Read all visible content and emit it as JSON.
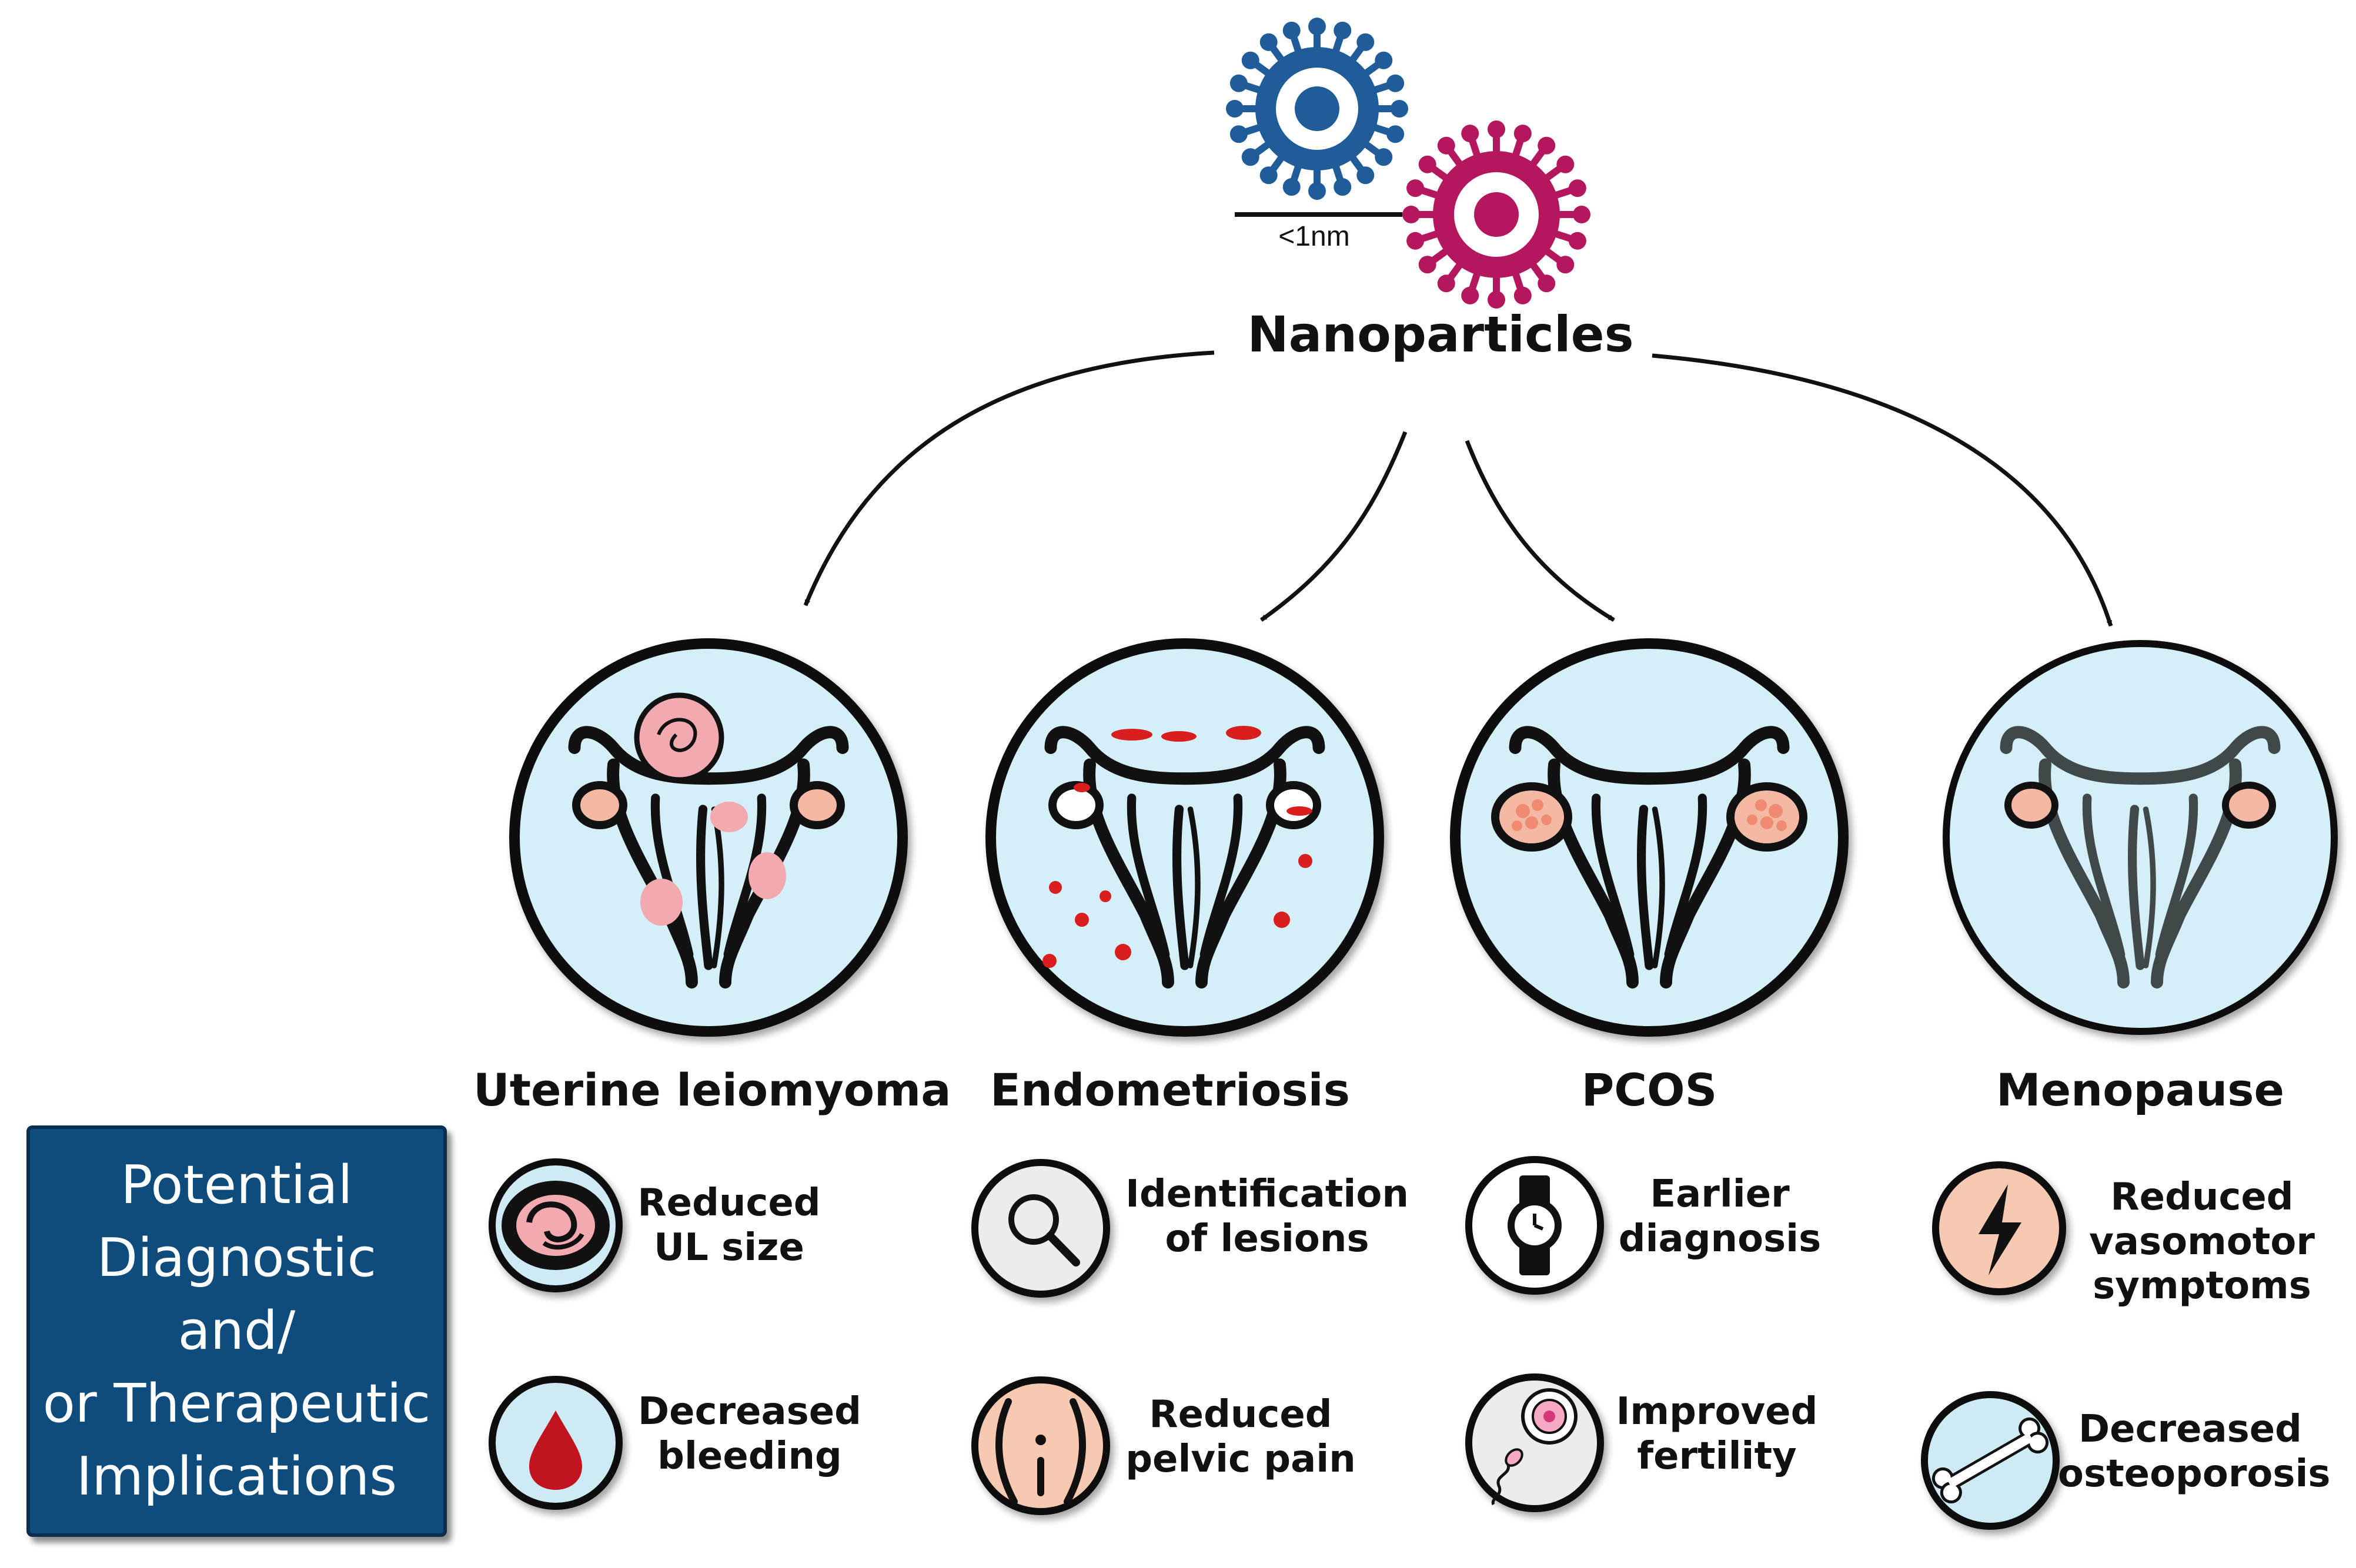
{
  "nanoparticles": {
    "title": "Nanoparticles",
    "scale_label": "<1nm",
    "colors": {
      "particle_blue": "#1f5c99",
      "particle_pink": "#b5175e"
    }
  },
  "diseases": [
    {
      "label": "Uterine leiomyoma"
    },
    {
      "label": "Endometriosis"
    },
    {
      "label": "PCOS"
    },
    {
      "label": "Menopause"
    }
  ],
  "implications_box": {
    "lines": [
      "Potential",
      "Diagnostic and/",
      "or Therapeutic",
      "Implications"
    ],
    "color": "#0f4c7e"
  },
  "effects": [
    [
      {
        "icon": "fibroid-cross-section-icon",
        "lines": [
          "Reduced",
          "UL size"
        ]
      },
      {
        "icon": "blood-drop-icon",
        "lines": [
          "Decreased",
          "bleeding"
        ]
      }
    ],
    [
      {
        "icon": "magnifier-icon",
        "lines": [
          "Identification",
          "of lesions"
        ]
      },
      {
        "icon": "pelvis-pain-icon",
        "lines": [
          "Reduced",
          "pelvic pain"
        ]
      }
    ],
    [
      {
        "icon": "wristwatch-icon",
        "lines": [
          "Earlier",
          "diagnosis"
        ]
      },
      {
        "icon": "sperm-egg-icon",
        "lines": [
          "Improved",
          "fertility"
        ]
      }
    ],
    [
      {
        "icon": "lightning-icon",
        "lines": [
          "Reduced",
          "vasomotor",
          "symptoms"
        ]
      },
      {
        "icon": "bone-icon",
        "lines": [
          "Decreased",
          "osteoporosis"
        ]
      }
    ]
  ],
  "colors": {
    "organ_circle_fill": "#d4eff8",
    "icon_blue_fill": "#cdeaf5",
    "icon_grey_fill": "#ececec",
    "icon_peach_fill": "#f7c9b3",
    "ovary_fill": "#f4b9a5",
    "fibroid_fill": "#f2a9b0",
    "lesion_red": "#d81e1e"
  }
}
